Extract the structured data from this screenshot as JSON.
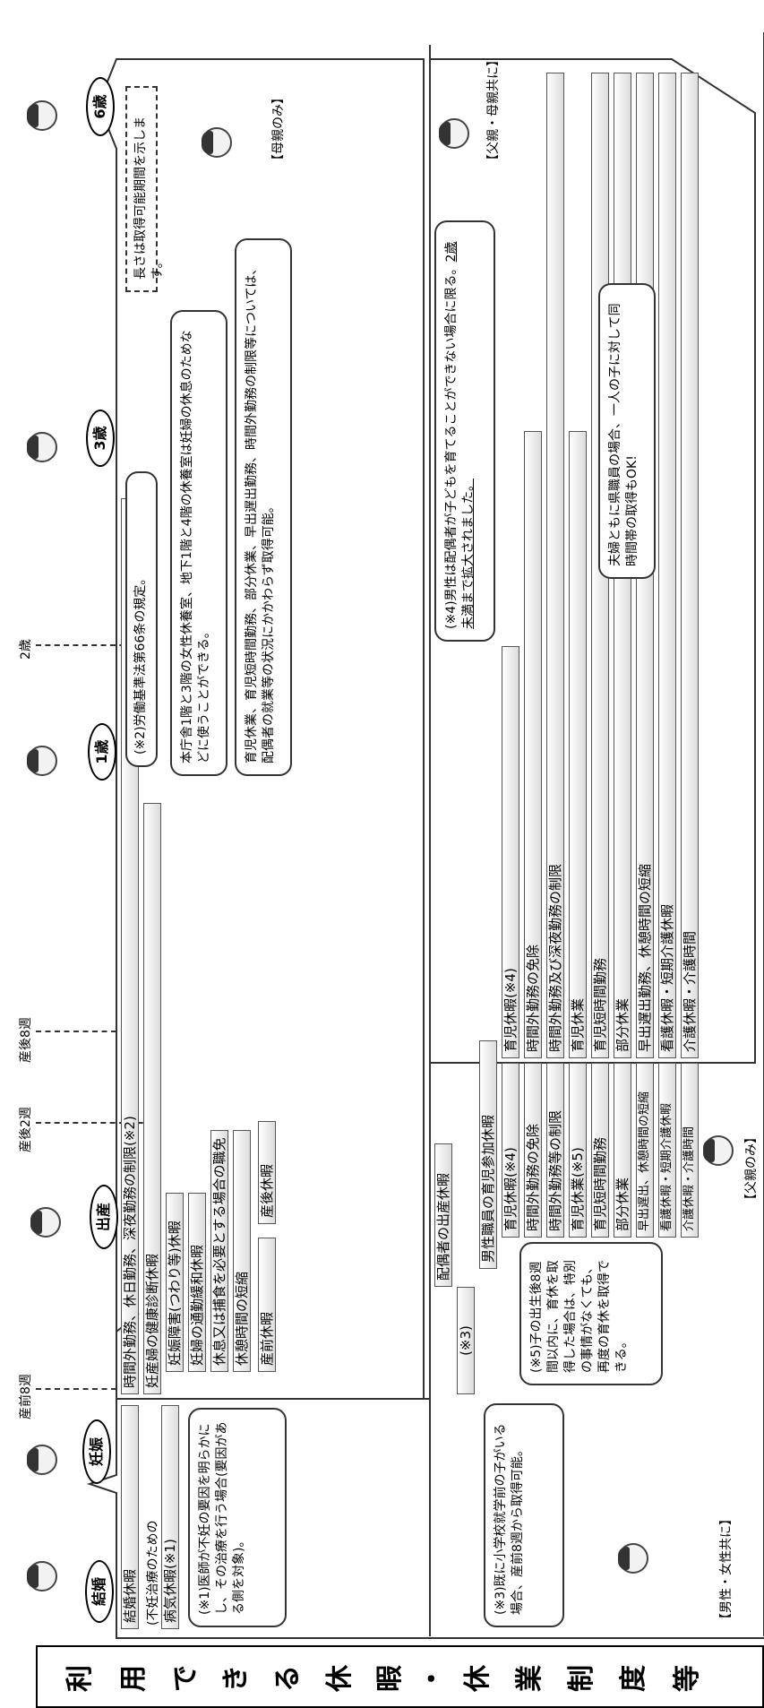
{
  "title_chars": [
    "利",
    "用",
    "で",
    "き",
    "る",
    "休",
    "暇",
    "・",
    "休",
    "業",
    "制",
    "度",
    "等"
  ],
  "stages": {
    "marriage": "結婚",
    "pregnancy": "妊娠",
    "birth": "出産",
    "age1": "1歳",
    "age3": "3歳",
    "age6": "6歳"
  },
  "timeline": {
    "prenatal8w": "産前8週",
    "postnatal2w": "産後2週",
    "postnatal8w": "産後8週",
    "age2": "2歳"
  },
  "section_labels": {
    "both_sexes": "【男性・女性共に】",
    "mother_only": "【母親のみ】",
    "father_only": "【父親のみ】",
    "both_parents": "【父親・母親共に】"
  },
  "left_section": {
    "marriage_leave": "結婚休暇",
    "sick_leave_line1": "(不妊治療のための",
    "sick_leave_line2": "病気休暇(※1)",
    "note1": "(※1)医師が不妊の要因を明らかにし、その治療を行う場合(要因がある側を対象)。",
    "note3": "(※3)既に小学校就学前の子がいる場合、産前8週から取得可能。"
  },
  "mother_bars": {
    "b1": "時間外勤務、休日勤務、深夜勤務の制限(※2)",
    "b2": "妊産婦の健康診断休暇",
    "b3": "妊娠障害(つわり等)休暇",
    "b4": "妊婦の通勤緩和休暇",
    "b5": "休息又は捕食を必要とする場合の職免",
    "b6": "休憩時間の短縮",
    "b7": "産前休暇",
    "b8": "産後休暇"
  },
  "mother_notes": {
    "note2": "(※2)労働基準法第66条の規定。",
    "rest_room": "本庁舎1階と3階の女性休養室、地下1階と4階の休養室は妊婦の休息のためなどに使うことができる。",
    "childcare_rules": "育児休業、育児短時間勤務、部分休業、早出遅出勤務、時間外勤務の制限等については、配偶者の就業等の状況にかかわらず取得可能。",
    "legend": "長さは取得可能期間を示します。"
  },
  "father_bars": {
    "spouse_birth": "配偶者の出産休暇",
    "note3_ref": "(※3)",
    "paternity": "男性職員の育児参加休暇",
    "childcare_leave": "育児休暇(※4)",
    "overtime_exempt": "時間外勤務の免除",
    "overtime_limit": "時間外勤務等の制限",
    "childcare_absence": "育児休業(※5)",
    "short_hours": "育児短時間勤務",
    "partial": "部分休業",
    "flex": "早出遅出、休憩時間の短縮",
    "nursing": "看護休暇・短期介護休暇",
    "care": "介護休暇・介護時間"
  },
  "both_bars": {
    "childcare_leave": "育児休暇(※4)",
    "overtime_exempt": "時間外勤務の免除",
    "overtime_deep_limit": "時間外勤務及び深夜勤務の制限",
    "childcare_absence": "育児休業",
    "short_hours": "育児短時間勤務",
    "partial": "部分休業",
    "flex": "早出遅出勤務、休憩時間の短縮",
    "nursing": "看護休暇・短期介護休暇",
    "care": "介護休暇・介護時間"
  },
  "father_notes": {
    "note5": "(※5)子の出生後8週間以内に、育休を取得した場合は、特別の事情がなくても、再度の育休を取得できる。",
    "note4_main": "(※4)男性は配偶者が子どもを育てることができない場合に限る。",
    "note4_underline": "2歳未満まで拡大されました。",
    "couple_note": "夫婦ともに県職員の場合、一人の子に対して同時間帯の取得もOK!"
  }
}
